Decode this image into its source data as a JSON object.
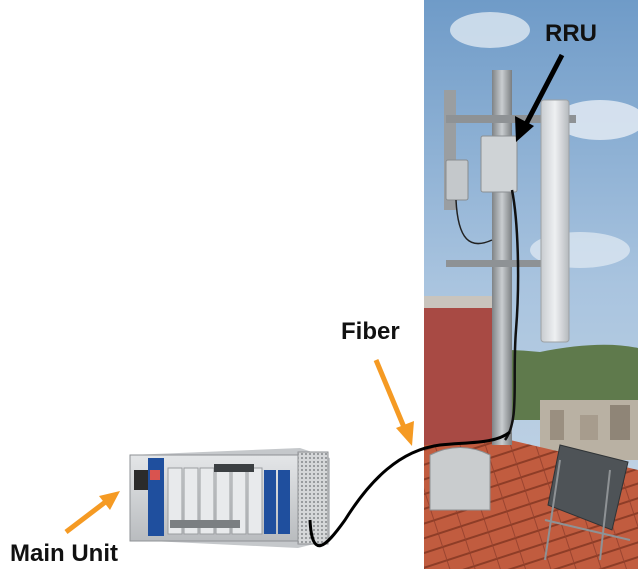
{
  "labels": {
    "rru": "RRU",
    "fiber": "Fiber",
    "main_unit": "Main Unit"
  },
  "colors": {
    "sky": "#8fb3d6",
    "roof": "#b8543a",
    "wall": "#a84a44",
    "mast": "#a9adb0",
    "arrow_orange": "#f59a23",
    "arrow_black": "#000000",
    "cable": "#000000",
    "unit_blue": "#1f4f9e"
  },
  "icons": [
    "rru-box",
    "antenna-panel",
    "mast",
    "main-unit-rack",
    "fiber-cable"
  ]
}
